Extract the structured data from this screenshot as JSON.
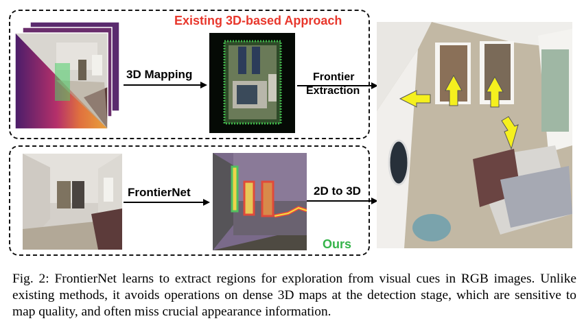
{
  "figure": {
    "top_panel_title": "Existing 3D-based Approach",
    "bottom_panel_title": "Ours",
    "top_step_label": "3D Mapping",
    "top_output_label_line1": "Frontier",
    "top_output_label_line2": "Extraction",
    "bottom_step_label": "FrontierNet",
    "bottom_output_label": "2D to 3D",
    "colors": {
      "title_red": "#e8372c",
      "ours_green": "#35b44a",
      "arrow_yellow": "#f5f01e"
    }
  },
  "caption": {
    "text": "Fig. 2: FrontierNet learns to extract regions for exploration from visual cues in RGB images. Unlike existing methods, it avoids operations on dense 3D maps at the detection stage, which are sensitive to map quality, and often miss crucial appearance information."
  }
}
